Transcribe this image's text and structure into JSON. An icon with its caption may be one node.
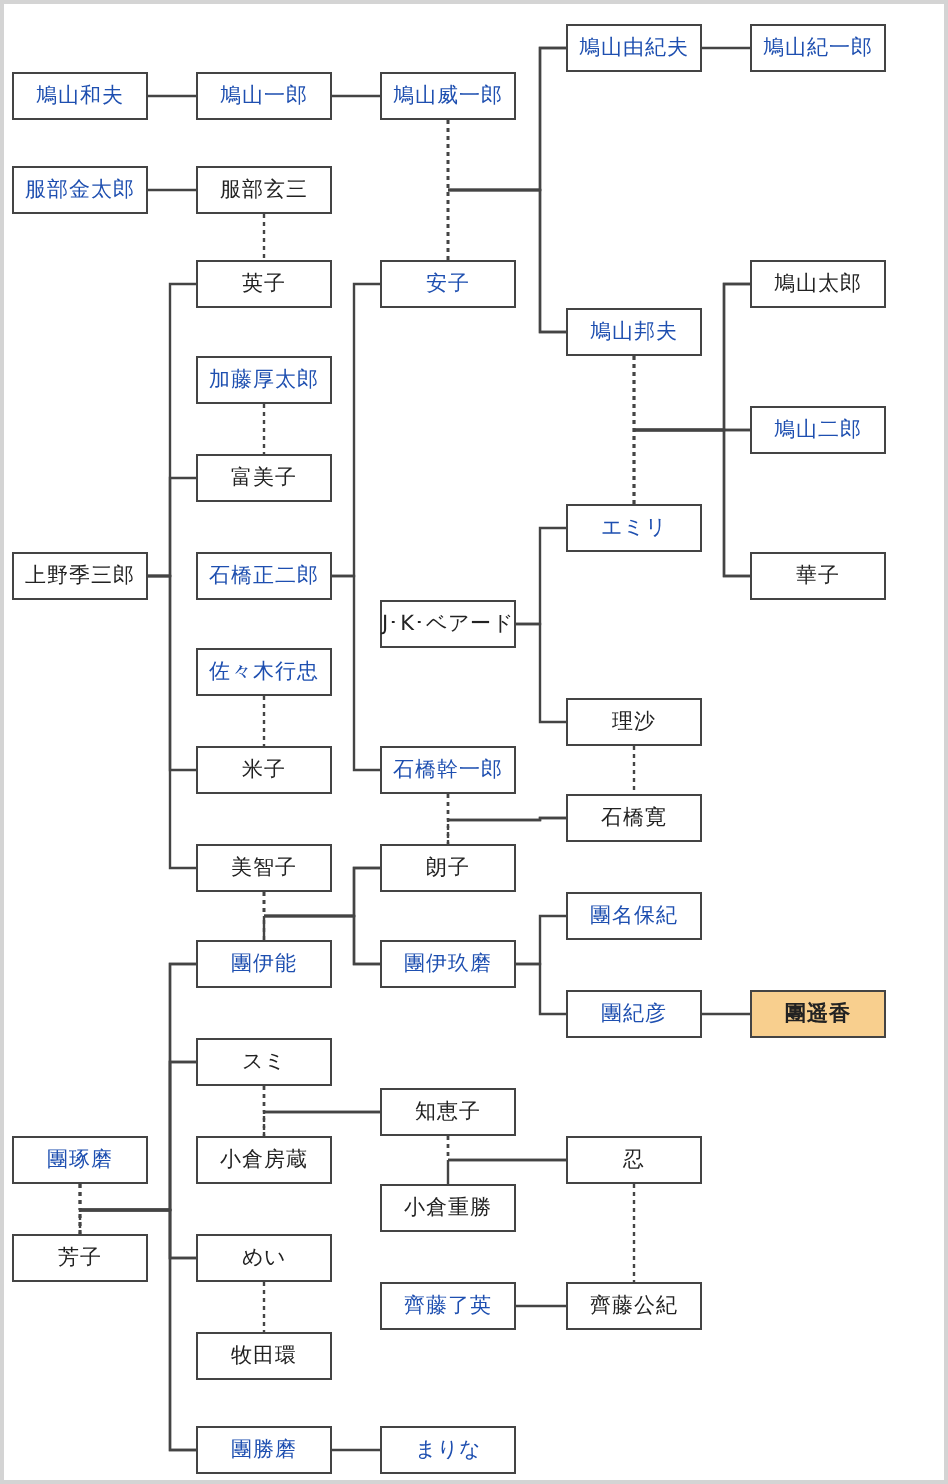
{
  "diagram": {
    "nodes": [
      {
        "text": [
          "鳩山由紀夫"
        ]
      },
      {
        "text": [
          "鳩山紀一郎"
        ]
      },
      {
        "text": [
          "鳩山和夫"
        ]
      },
      {
        "text": [
          "鳩山一郎"
        ]
      },
      {
        "text": [
          "鳩山威一郎"
        ]
      },
      {
        "text": [
          "服部金太郎"
        ]
      },
      {
        "text": [
          "服部玄三"
        ]
      },
      {
        "text": [
          "英子"
        ]
      },
      {
        "text": [
          "安子"
        ]
      },
      {
        "text": [
          "鳩山太郎"
        ]
      },
      {
        "text": [
          "鳩山邦夫"
        ]
      },
      {
        "text": [
          "加藤厚太郎"
        ]
      },
      {
        "text": [
          "鳩山二郎"
        ]
      },
      {
        "text": [
          "富美子"
        ]
      },
      {
        "text": [
          "エミリ"
        ]
      },
      {
        "text": [
          "上野季三郎"
        ]
      },
      {
        "text": [
          "石橋正二郎"
        ]
      },
      {
        "text": [
          "華子"
        ]
      },
      {
        "text": [
          "J･K･ベアード"
        ]
      },
      {
        "text": [
          "佐々木行忠"
        ]
      },
      {
        "text": [
          "理沙"
        ]
      },
      {
        "text": [
          "米子"
        ]
      },
      {
        "text": [
          "石橋幹一郎"
        ]
      },
      {
        "text": [
          "石橋寛"
        ]
      },
      {
        "text": [
          "美智子"
        ]
      },
      {
        "text": [
          "朗子"
        ]
      },
      {
        "text": [
          "團名保紀"
        ]
      },
      {
        "text": [
          "團伊能"
        ]
      },
      {
        "text": [
          "團伊玖磨"
        ]
      },
      {
        "text": [
          "團紀彦"
        ]
      },
      {
        "text": [
          "團遥香"
        ]
      },
      {
        "text": [
          "スミ"
        ]
      },
      {
        "text": [
          "知恵子"
        ]
      },
      {
        "text": [
          "團琢磨"
        ]
      },
      {
        "text": [
          "小倉房蔵"
        ]
      },
      {
        "text": [
          "忍"
        ]
      },
      {
        "text": [
          "小倉重勝"
        ]
      },
      {
        "text": [
          "芳子"
        ]
      },
      {
        "text": [
          "めい"
        ]
      },
      {
        "text": [
          "齊藤了英"
        ]
      },
      {
        "text": [
          "齊藤公紀"
        ]
      },
      {
        "text": [
          "牧田環"
        ]
      },
      {
        "text": [
          "團勝磨"
        ]
      },
      {
        "text": [
          "まりな"
        ]
      }
    ],
    "edges": [
      {
        "from": 2,
        "to": 3,
        "arrow": "none"
      },
      {
        "from": 3,
        "to": 4,
        "arrow": "none"
      },
      {
        "from": 5,
        "to": 6,
        "arrow": "none"
      },
      {
        "from": 4,
        "to": 8,
        "arrow": "none",
        "style": "dashed"
      },
      {
        "from": 4,
        "to": 0,
        "arrow": "none"
      },
      {
        "from": 8,
        "to": 0,
        "arrow": "none"
      },
      {
        "from": 4,
        "to": 10,
        "arrow": "none"
      },
      {
        "from": 8,
        "to": 10,
        "arrow": "none"
      },
      {
        "from": 0,
        "to": 1,
        "arrow": "none"
      },
      {
        "from": 6,
        "to": 7,
        "arrow": "none",
        "style": "dashed"
      },
      {
        "from": 15,
        "to": 7,
        "arrow": "none"
      },
      {
        "from": 15,
        "to": 13,
        "arrow": "none"
      },
      {
        "from": 15,
        "to": 21,
        "arrow": "none"
      },
      {
        "from": 15,
        "to": 24,
        "arrow": "none"
      },
      {
        "from": 11,
        "to": 13,
        "arrow": "none",
        "style": "dashed"
      },
      {
        "from": 16,
        "to": 8,
        "arrow": "none"
      },
      {
        "from": 16,
        "to": 22,
        "arrow": "none"
      },
      {
        "from": 19,
        "to": 21,
        "arrow": "none",
        "style": "dashed"
      },
      {
        "from": 10,
        "to": 14,
        "arrow": "none",
        "style": "dashed"
      },
      {
        "from": 10,
        "to": 9,
        "arrow": "none"
      },
      {
        "from": 14,
        "to": 9,
        "arrow": "none"
      },
      {
        "from": 10,
        "to": 12,
        "arrow": "none"
      },
      {
        "from": 14,
        "to": 12,
        "arrow": "none"
      },
      {
        "from": 10,
        "to": 17,
        "arrow": "none"
      },
      {
        "from": 14,
        "to": 17,
        "arrow": "none"
      },
      {
        "from": 18,
        "to": 14,
        "arrow": "none"
      },
      {
        "from": 18,
        "to": 20,
        "arrow": "none"
      },
      {
        "from": 20,
        "to": 23,
        "arrow": "none",
        "style": "dashed"
      },
      {
        "from": 22,
        "to": 25,
        "arrow": "none",
        "style": "dashed"
      },
      {
        "from": 22,
        "to": 23,
        "arrow": "none"
      },
      {
        "from": 25,
        "to": 23,
        "arrow": "none"
      },
      {
        "from": 24,
        "to": 27,
        "arrow": "none",
        "style": "dashed"
      },
      {
        "from": 24,
        "to": 25,
        "arrow": "none"
      },
      {
        "from": 27,
        "to": 25,
        "arrow": "none"
      },
      {
        "from": 24,
        "to": 28,
        "arrow": "none"
      },
      {
        "from": 27,
        "to": 28,
        "arrow": "none"
      },
      {
        "from": 28,
        "to": 26,
        "arrow": "none"
      },
      {
        "from": 28,
        "to": 29,
        "arrow": "none"
      },
      {
        "from": 29,
        "to": 30,
        "arrow": "none"
      },
      {
        "from": 33,
        "to": 37,
        "arrow": "none",
        "style": "dashed"
      },
      {
        "from": 33,
        "to": 27,
        "arrow": "none"
      },
      {
        "from": 37,
        "to": 27,
        "arrow": "none"
      },
      {
        "from": 33,
        "to": 31,
        "arrow": "none"
      },
      {
        "from": 37,
        "to": 31,
        "arrow": "none"
      },
      {
        "from": 33,
        "to": 38,
        "arrow": "none"
      },
      {
        "from": 37,
        "to": 38,
        "arrow": "none"
      },
      {
        "from": 33,
        "to": 42,
        "arrow": "none"
      },
      {
        "from": 37,
        "to": 42,
        "arrow": "none"
      },
      {
        "from": 31,
        "to": 34,
        "arrow": "none",
        "style": "dashed"
      },
      {
        "from": 31,
        "to": 32,
        "arrow": "none"
      },
      {
        "from": 34,
        "to": 32,
        "arrow": "none"
      },
      {
        "from": 32,
        "to": 36,
        "arrow": "none",
        "style": "dashed"
      },
      {
        "from": 32,
        "to": 35,
        "arrow": "none"
      },
      {
        "from": 36,
        "to": 35,
        "arrow": "none"
      },
      {
        "from": 35,
        "to": 40,
        "arrow": "none",
        "style": "dashed"
      },
      {
        "from": 39,
        "to": 40,
        "arrow": "none"
      },
      {
        "from": 38,
        "to": 41,
        "arrow": "none",
        "style": "dashed"
      },
      {
        "from": 42,
        "to": 43,
        "arrow": "none"
      }
    ]
  }
}
